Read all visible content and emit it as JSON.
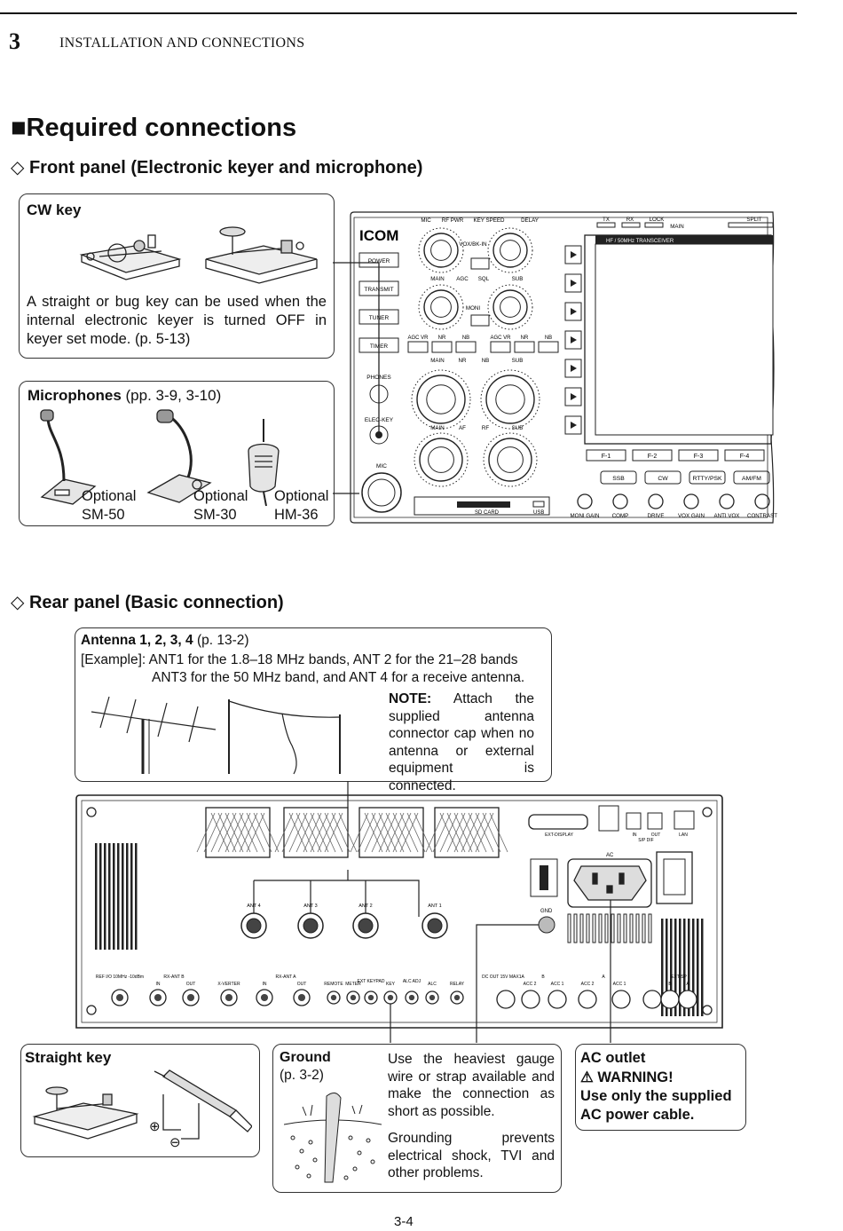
{
  "header": {
    "chapter_number": "3",
    "chapter_title": "INSTALLATION AND CONNECTIONS"
  },
  "section": {
    "marker": "■",
    "title": "Required connections"
  },
  "front": {
    "marker": "◇",
    "title": "Front panel (Electronic keyer and microphone)",
    "cw_key": {
      "title": "CW key",
      "text": "A straight or bug key can be used when the internal electronic keyer is turned OFF in keyer set mode. (p. 5-13)"
    },
    "mics": {
      "title": "Microphones",
      "ref": " (pp. 3-9, 3-10)",
      "items": [
        {
          "optional": "Optional",
          "model": "SM-50"
        },
        {
          "optional": "Optional",
          "model": "SM-30"
        },
        {
          "optional": "Optional",
          "model": "HM-36"
        }
      ]
    },
    "panel": {
      "brand": "ICOM",
      "buttons_left": [
        "POWER",
        "TRANSMIT",
        "TUNER",
        "TIMER"
      ],
      "phones": "PHONES",
      "elec_key": "ELEC-KEY",
      "mic": "MIC",
      "knob_labels": [
        "MIC",
        "RF PWR",
        "KEY SPEED",
        "DELAY",
        "VOX/BK-IN",
        "MAIN",
        "AGC",
        "SQL",
        "SUB",
        "MONI",
        "MAIN",
        "NR",
        "NB",
        "SUB",
        "MAIN",
        "AF",
        "RF",
        "SUB"
      ],
      "small_buttons": [
        "AGC VR",
        "NR",
        "NB",
        "AGC VR",
        "NR",
        "NB"
      ],
      "top_labels": [
        "TX",
        "RX",
        "LOCK",
        "MAIN",
        "SPLIT"
      ],
      "screen_label": "HF / 50MHz TRANSCEIVER",
      "fkeys": [
        "F-1",
        "F-2",
        "F-3",
        "F-4"
      ],
      "modes": [
        "SSB",
        "CW",
        "RTTY/PSK",
        "AM/FM"
      ],
      "bottom_knobs": [
        "MONI GAIN",
        "COMP",
        "DRIVE",
        "VOX GAIN",
        "ANTI VOX",
        "CONTRAST"
      ],
      "sd": "SD CARD",
      "usb": "USB"
    }
  },
  "rear": {
    "marker": "◇",
    "title": "Rear panel (Basic connection)",
    "antenna": {
      "title": "Antenna 1, 2, 3, 4",
      "ref": " (p. 13-2)",
      "example_line1": "[Example]: ANT1 for the 1.8–18 MHz bands, ANT 2 for the 21–28 bands",
      "example_line2": "ANT3 for the 50 MHz band, and ANT 4 for a receive antenna.",
      "note_label": "NOTE:",
      "note_text": " Attach the supplied antenna connector cap when no antenna or external equipment is connected."
    },
    "panel": {
      "top": [
        "EXT-DISPLAY",
        "IN",
        "OUT",
        "S/P DIF",
        "LAN"
      ],
      "ac": "AC",
      "gnd": "GND",
      "ants": [
        "ANT 4",
        "ANT 3",
        "ANT 2",
        "ANT 1"
      ],
      "bottom": [
        "REF I/O 10MHz -10dBm",
        "RX-ANT B",
        "IN",
        "OUT",
        "X-VERTER",
        "RX-ANT A",
        "IN",
        "OUT",
        "REMOTE",
        "METER",
        "EXT KEYPAD",
        "KEY",
        "ALC ADJ",
        "ALC",
        "RELAY",
        "DC OUT 15V MAX1A",
        "B",
        "ACC 2",
        "ACC 1",
        "A",
        "ACC 2",
        "ACC 1",
        "EXT-SP",
        "B",
        "A"
      ]
    },
    "straight_key": {
      "title": "Straight key",
      "plus": "⊕",
      "minus": "⊖"
    },
    "ground": {
      "title": "Ground",
      "ref": "(p. 3-2)",
      "text1": "Use the heaviest gauge wire or strap available and make the connection as short as possible.",
      "text2": "Grounding prevents electrical shock, TVI and other problems."
    },
    "ac_outlet": {
      "title": "AC outlet",
      "warning": "⚠ WARNING!",
      "text": "Use only the supplied AC power cable."
    }
  },
  "footer": {
    "page": "3-4"
  }
}
